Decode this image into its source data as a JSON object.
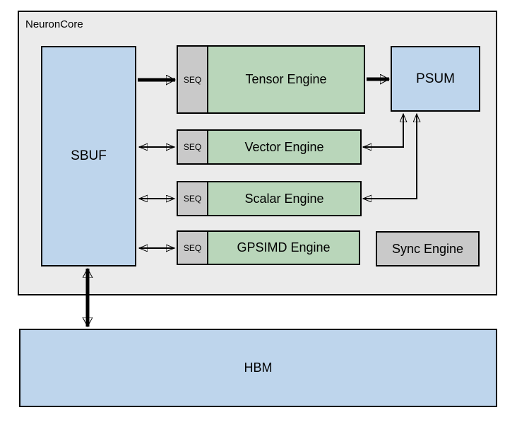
{
  "diagram": {
    "title": "NeuronCore",
    "memories": {
      "sbuf": "SBUF",
      "psum": "PSUM",
      "hbm": "HBM"
    },
    "engine_rows": [
      {
        "seq": "SEQ",
        "label": "Tensor Engine"
      },
      {
        "seq": "SEQ",
        "label": "Vector Engine"
      },
      {
        "seq": "SEQ",
        "label": "Scalar Engine"
      },
      {
        "seq": "SEQ",
        "label": "GPSIMD Engine"
      }
    ],
    "sync_engine": "Sync Engine",
    "colors": {
      "container_fill": "#ebebeb",
      "memory_fill": "#bed5ec",
      "engine_fill": "#b9d6ba",
      "gray_fill": "#c9c9c9",
      "border": "#000000",
      "arrow": "#000000"
    }
  }
}
